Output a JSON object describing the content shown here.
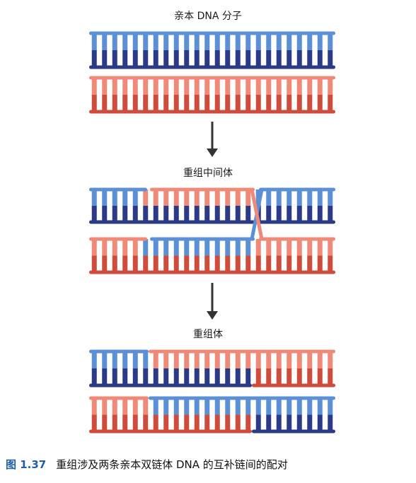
{
  "labels": {
    "parent": "亲本 DNA 分子",
    "intermediate": "重组中间体",
    "recombinant": "重组体"
  },
  "caption": {
    "figure_number": "图 1.37",
    "text": "重组涉及两条亲本双链体 DNA 的互补链间的配对"
  },
  "colors": {
    "blue_light": "#5b8fd6",
    "blue_dark": "#2b3a86",
    "red_light": "#f08a78",
    "red_dark": "#cf4b3b",
    "arrow": "#333333"
  }
}
